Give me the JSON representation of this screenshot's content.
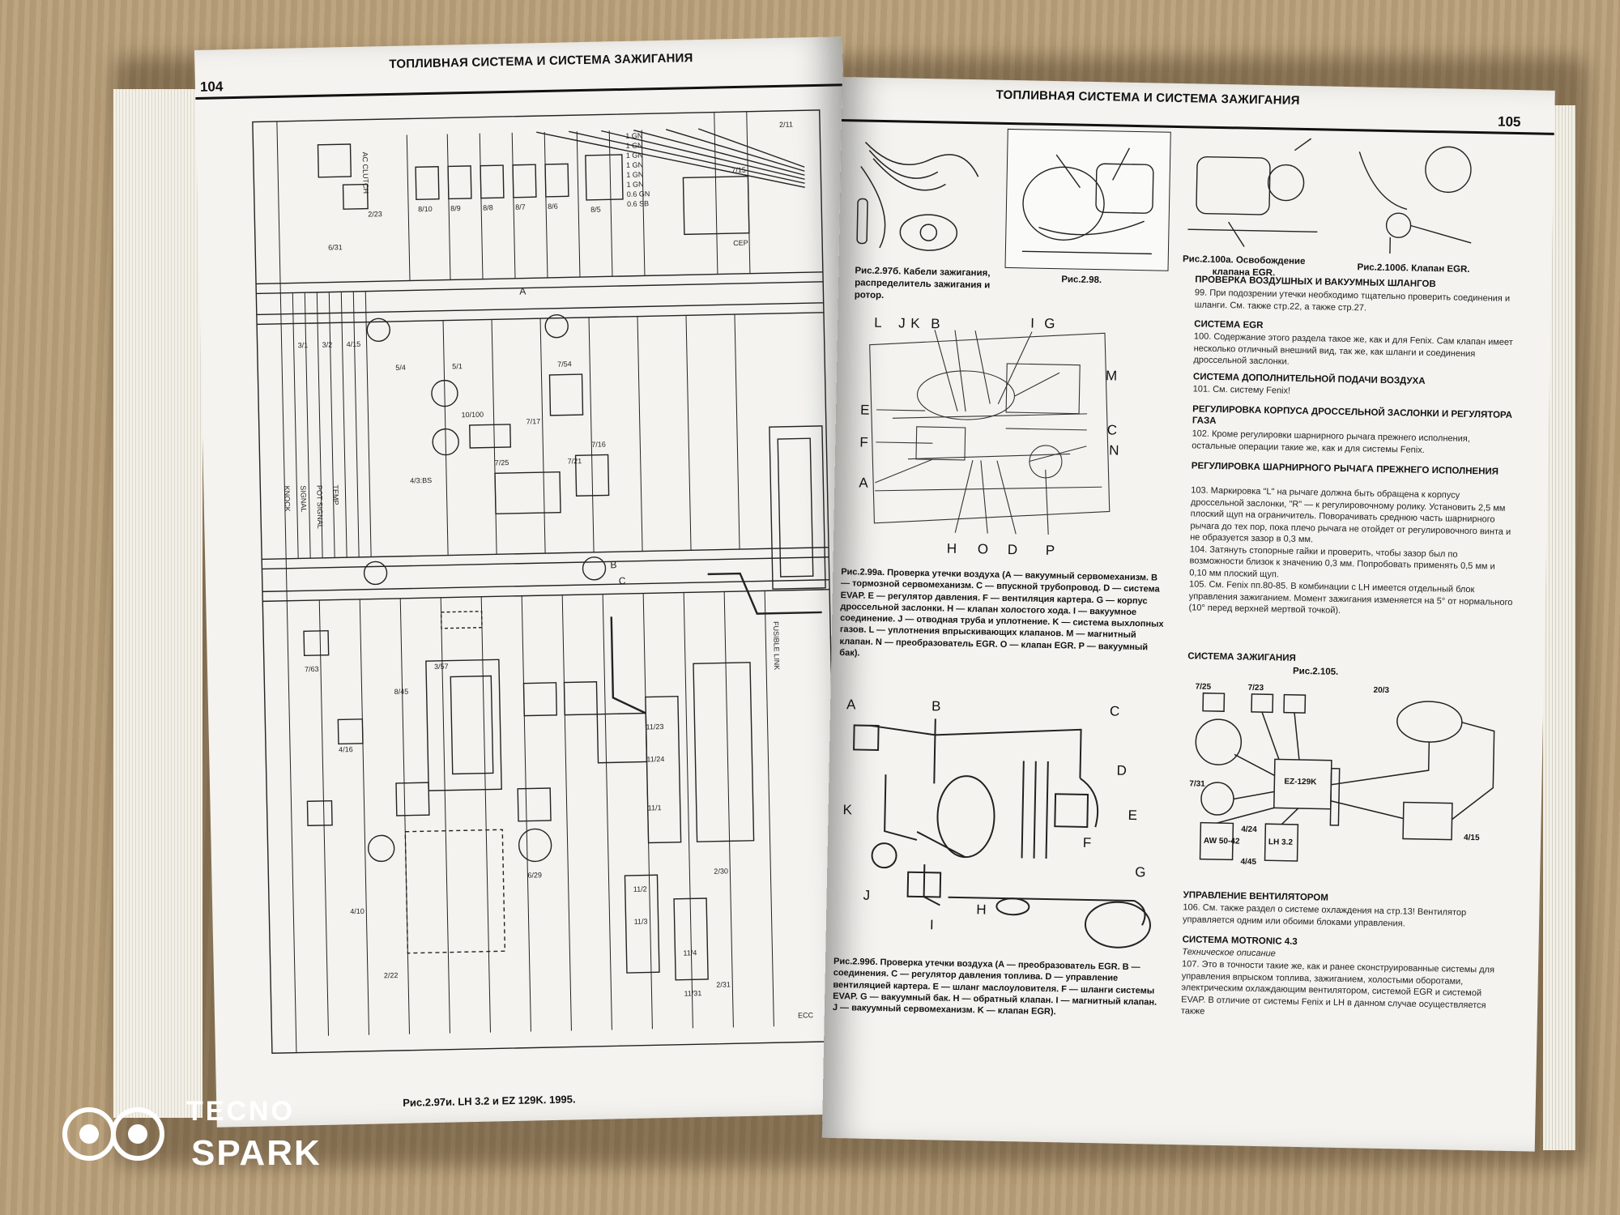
{
  "left_page": {
    "running_head": "ТОПЛИВНАЯ СИСТЕМА И СИСТЕМА ЗАЖИГАНИЯ",
    "page_number": "104",
    "figure_caption": "Рис.2.97и. LH 3.2 и EZ 129K. 1995.",
    "schematic_labels": [
      "1 GN",
      "1 GN",
      "1 GN",
      "1 GN",
      "1 GN",
      "1 GN",
      "0.6 GN",
      "0.6 SB",
      "2/11",
      "2/23",
      "6/31",
      "8/10",
      "8/9",
      "8/8",
      "8/7",
      "8/6",
      "8/5",
      "7/15",
      "CEP",
      "3/1",
      "3/2",
      "4/15",
      "5/4",
      "5/1",
      "7/54",
      "7/16",
      "7/21",
      "7/25",
      "7/17",
      "10/100",
      "4/3:BS",
      "2/22",
      "4/10",
      "7/63",
      "6/29",
      "11/31",
      "11/1",
      "11/2",
      "11/3",
      "11/4",
      "11/23",
      "11/24",
      "2/30",
      "2/31",
      "3/57",
      "8/45",
      "4/16",
      "AC CLUTCH",
      "SIGNAL",
      "TEMP",
      "KNOCK",
      "POT SIGNAL",
      "FUSIBLE LINK",
      "ECC",
      "A",
      "B",
      "C"
    ]
  },
  "right_page": {
    "running_head": "ТОПЛИВНАЯ СИСТЕМА И СИСТЕМА ЗАЖИГАНИЯ",
    "page_number": "105",
    "fig_297b": "Рис.2.97б. Кабели зажигания, распределитель зажигания и ротор.",
    "fig_298": "Рис.2.98.",
    "fig_2100a": "Рис.2.100а. Освобождение клапана EGR.",
    "fig_2100b": "Рис.2.100б. Клапан EGR.",
    "fig_299a_letters": [
      "L",
      "J",
      "K",
      "B",
      "I",
      "G",
      "M",
      "E",
      "F",
      "C",
      "N",
      "A",
      "H",
      "O",
      "D",
      "P"
    ],
    "fig_299a_caption": "Рис.2.99а. Проверка утечки воздуха (A — вакуумный сервомеханизм. B — тормозной сервомеханизм. C — впускной трубопровод. D — система EVAP. E — регулятор давления. F — вентиляция картера. G — корпус дроссельной заслонки. H — клапан холостого хода. I — вакуумное соединение. J — отводная труба и уплотнение. K — система выхлопных газов. L — уплотнения впрыскивающих клапанов. M — магнитный клапан. N — преобразователь EGR. O — клапан EGR. P — вакуумный бак).",
    "fig_299b_letters": [
      "A",
      "B",
      "C",
      "D",
      "K",
      "E",
      "F",
      "J",
      "I",
      "H",
      "G"
    ],
    "fig_299b_caption": "Рис.2.99б. Проверка утечки воздуха (A — преобразователь EGR. B — соединения. C — регулятор давления топлива. D — управление вентиляцией картера. E — шланг маслоуловителя. F — шланги системы EVAP. G — вакуумный бак. H — обратный клапан. I — магнитный клапан. J — вакуумный сервомеханизм. K — клапан EGR).",
    "sections": [
      {
        "title": "ПРОВЕРКА ВОЗДУШНЫХ И ВАКУУМНЫХ ШЛАНГОВ",
        "text": "99. При подозрении утечки необходимо тщательно проверить соединения и шланги. См. также стр.22, а также стр.27."
      },
      {
        "title": "СИСТЕМА EGR",
        "text": "100. Содержание этого раздела такое же, как и для Fenix. Сам клапан имеет несколько отличный внешний вид, так же, как шланги и соединения дроссельной заслонки."
      },
      {
        "title": "СИСТЕМА ДОПОЛНИТЕЛЬНОЙ ПОДАЧИ ВОЗДУХА",
        "text": "101. См. систему Fenix!"
      },
      {
        "title": "РЕГУЛИРОВКА КОРПУСА ДРОССЕЛЬНОЙ ЗАСЛОНКИ И РЕГУЛЯТОРА ГАЗА",
        "text": "102. Кроме регулировки шарнирного рычага прежнего исполнения, остальные операции такие же, как и для системы Fenix."
      },
      {
        "title": "РЕГУЛИРОВКА ШАРНИРНОГО РЫЧАГА ПРЕЖНЕГО ИСПОЛНЕНИЯ",
        "text": "103. Маркировка \"L\" на рычаге должна быть обращена к корпусу дроссельной заслонки, \"R\" — к регулировочному ролику. Установить 2,5 мм плоский щуп на ограничитель. Поворачивать среднюю часть шарнирного рычага до тех пор, пока плечо рычага не отойдет от регулировочного винта и не образуется зазор в 0,3 мм.\n104. Затянуть стопорные гайки и проверить, чтобы зазор был по возможности близок к значению 0,3 мм. Попробовать применять 0,5 мм и 0,10 мм плоский щуп.\n105. См. Fenix пп.80-85. В комбинации с LH имеется отдельный блок управления зажиганием. Момент зажигания изменяется на 5° от нормального (10° перед верхней мертвой точкой)."
      },
      {
        "title": "СИСТЕМА ЗАЖИГАНИЯ",
        "text": ""
      }
    ],
    "fig_2105_title": "Рис.2.105.",
    "fig_2105_labels": [
      "7/25",
      "7/23",
      "20/3",
      "7/31",
      "EZ-129K",
      "4/15",
      "AW 50-42",
      "LH 3.2",
      "4/24",
      "4/45"
    ],
    "fan_section": {
      "title": "УПРАВЛЕНИЕ ВЕНТИЛЯТОРОМ",
      "text": "106. См. также раздел о системе охлаждения на стр.13! Вентилятор управляется одним или обоими блоками управления."
    },
    "motronic_section": {
      "title": "СИСТЕМА MOTRONIC 4.3",
      "subtitle": "Техническое описание",
      "text": "107. Это в точности такие же, как и ранее сконструированные системы для управления впрыском топлива, зажиганием, холостыми оборотами, электрическим охлаждающим вентилятором, системой EGR и системой EVAP. В отличие от системы Fenix и LH в данном случае осуществляется также"
    }
  },
  "watermark": {
    "line1": "TECNO",
    "line2": "SPARK"
  }
}
